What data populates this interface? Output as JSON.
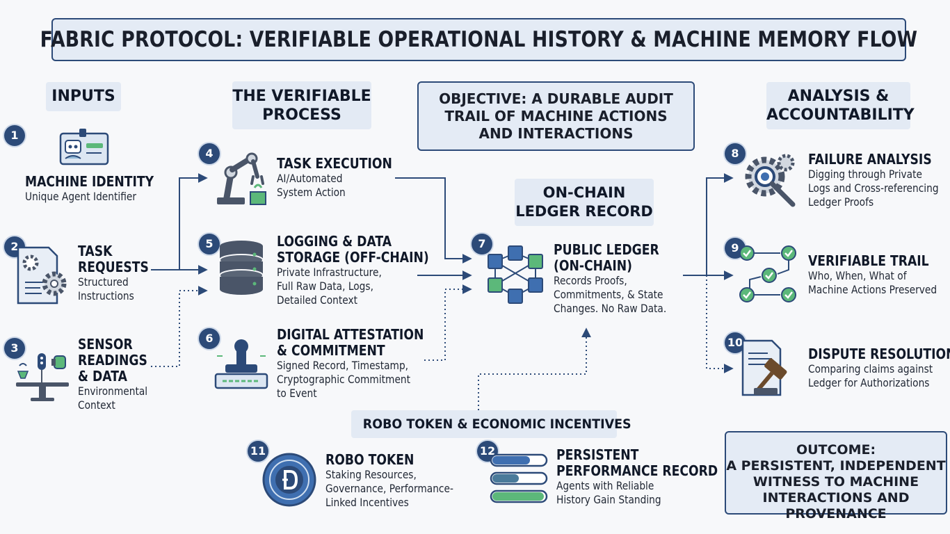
{
  "title": "FABRIC PROTOCOL: VERIFIABLE OPERATIONAL HISTORY & MACHINE MEMORY FLOW",
  "sections": {
    "inputs": "INPUTS",
    "process_line1": "THE VERIFIABLE",
    "process_line2": "PROCESS",
    "objective_line1": "OBJECTIVE: A DURABLE AUDIT",
    "objective_line2": "TRAIL OF MACHINE ACTIONS",
    "objective_line3": "AND INTERACTIONS",
    "analysis_line1": "ANALYSIS &",
    "analysis_line2": "ACCOUNTABILITY",
    "ledger_line1": "ON-CHAIN",
    "ledger_line2": "LEDGER RECORD",
    "robo_banner": "ROBO TOKEN & ECONOMIC INCENTIVES"
  },
  "nodes": [
    {
      "num": "1",
      "title1": "MACHINE IDENTITY",
      "title2": "",
      "title3": "",
      "desc1": "Unique Agent Identifier",
      "desc2": "",
      "desc3": "",
      "icon": "robot-id-card-icon"
    },
    {
      "num": "2",
      "title1": "TASK",
      "title2": "REQUESTS",
      "title3": "",
      "desc1": "Structured",
      "desc2": "Instructions",
      "desc3": "",
      "icon": "document-gears-icon"
    },
    {
      "num": "3",
      "title1": "SENSOR",
      "title2": "READINGS",
      "title3": "& DATA",
      "desc1": "Environmental",
      "desc2": "Context",
      "desc3": "",
      "icon": "sensors-icon"
    },
    {
      "num": "4",
      "title1": "TASK EXECUTION",
      "title2": "",
      "title3": "",
      "desc1": "AI/Automated",
      "desc2": "System Action",
      "desc3": "",
      "icon": "robot-arm-icon"
    },
    {
      "num": "5",
      "title1": "LOGGING & DATA",
      "title2": "STORAGE (OFF-CHAIN)",
      "title3": "",
      "desc1": "Private Infrastructure,",
      "desc2": "Full Raw Data, Logs,",
      "desc3": "Detailed Context",
      "icon": "database-icon"
    },
    {
      "num": "6",
      "title1": "DIGITAL ATTESTATION",
      "title2": "& COMMITMENT",
      "title3": "",
      "desc1": "Signed Record, Timestamp,",
      "desc2": "Cryptographic Commitment",
      "desc3": "to Event",
      "icon": "stamp-icon"
    },
    {
      "num": "7",
      "title1": "PUBLIC LEDGER",
      "title2": "(ON-CHAIN)",
      "title3": "",
      "desc1": "Records Proofs,",
      "desc2": "Commitments, & State",
      "desc3": "Changes. No Raw Data.",
      "icon": "ledger-network-icon"
    },
    {
      "num": "8",
      "title1": "FAILURE ANALYSIS",
      "title2": "",
      "title3": "",
      "desc1": "Digging through Private",
      "desc2": "Logs and Cross-referencing",
      "desc3": "Ledger Proofs",
      "icon": "gear-magnifier-icon"
    },
    {
      "num": "9",
      "title1": "VERIFIABLE TRAIL",
      "title2": "",
      "title3": "",
      "desc1": "Who, When, What of",
      "desc2": "Machine Actions Preserved",
      "desc3": "",
      "icon": "checkmark-trail-icon"
    },
    {
      "num": "10",
      "title1": "DISPUTE RESOLUTION",
      "title2": "",
      "title3": "",
      "desc1": "Comparing claims against",
      "desc2": "Ledger for Authorizations",
      "desc3": "",
      "icon": "gavel-document-icon"
    },
    {
      "num": "11",
      "title1": "ROBO TOKEN",
      "title2": "",
      "title3": "",
      "desc1": "Staking Resources,",
      "desc2": "Governance, Performance-",
      "desc3": "Linked Incentives",
      "icon": "token-coin-icon"
    },
    {
      "num": "12",
      "title1": "PERSISTENT",
      "title2": "PERFORMANCE RECORD",
      "title3": "",
      "desc1": "Agents with Reliable",
      "desc2": "History Gain Standing",
      "desc3": "",
      "icon": "progress-bars-icon"
    }
  ],
  "outcome": {
    "line1": "OUTCOME:",
    "line2": "A PERSISTENT, INDEPENDENT",
    "line3": "WITNESS TO MACHINE",
    "line4": "INTERACTIONS AND PROVENANCE"
  },
  "colors": {
    "navy": "#2c4a78",
    "panel": "#e4ebf5",
    "green": "#5cb87a",
    "slate": "#4a5568"
  }
}
